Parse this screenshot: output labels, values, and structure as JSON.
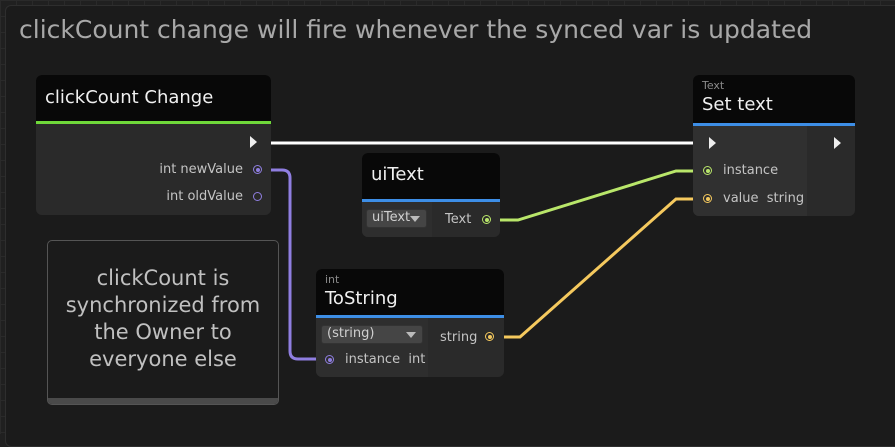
{
  "group": {
    "title": "clickCount change will fire whenever the synced var is updated"
  },
  "event_node": {
    "title": "clickCount Change",
    "accent": "#6fd83a",
    "outputs": [
      "int newValue",
      "int oldValue"
    ]
  },
  "comment": {
    "text": "clickCount is synchronized from the Owner to everyone else"
  },
  "uitext_node": {
    "title": "uiText",
    "dropdown": "uiText",
    "output": "Text",
    "accent": "#3d8ee6"
  },
  "tostring_node": {
    "subtitle": "int",
    "title": "ToString",
    "dropdown": "(string)",
    "input_name": "instance",
    "input_type": "int",
    "output": "string"
  },
  "settext_node": {
    "subtitle": "Text",
    "title": "Set text",
    "input_instance": "instance",
    "input_value": "value",
    "input_value_type": "string"
  },
  "colors": {
    "int": "#8f7ee0",
    "text": "#b9e66a",
    "string": "#f5c95e",
    "exec": "#ffffff",
    "flow_accent": "#3d8ee6"
  }
}
